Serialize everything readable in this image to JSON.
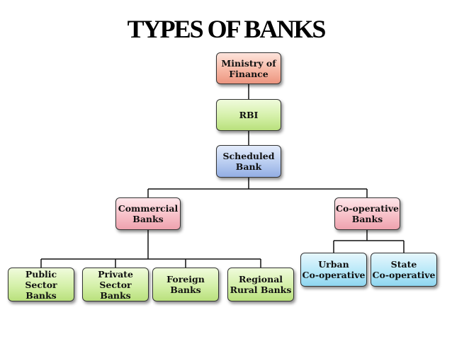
{
  "title": "TYPES OF BANKS",
  "nodes": {
    "ministry": "Ministry of\nFinance",
    "rbi": "RBI",
    "scheduled": "Scheduled\nBank",
    "commercial": "Commercial\nBanks",
    "cooperative": "Co-operative\nBanks",
    "public_sector": "Public Sector\nBanks",
    "private_sector": "Private\nSector Banks",
    "foreign": "Foreign\nBanks",
    "regional_rural": "Regional\nRural Banks",
    "urban_coop": "Urban\nCo-operative",
    "state_coop": "State\nCo-operative"
  },
  "colors": {
    "ministry": "#f7b8a5",
    "rbi": "#d4f0a8",
    "scheduled": "#b8ccf0",
    "commercial_level": "#f7c0c8",
    "bank_types": "#d4f0a8",
    "cooperative_types": "#b8e8f8"
  }
}
